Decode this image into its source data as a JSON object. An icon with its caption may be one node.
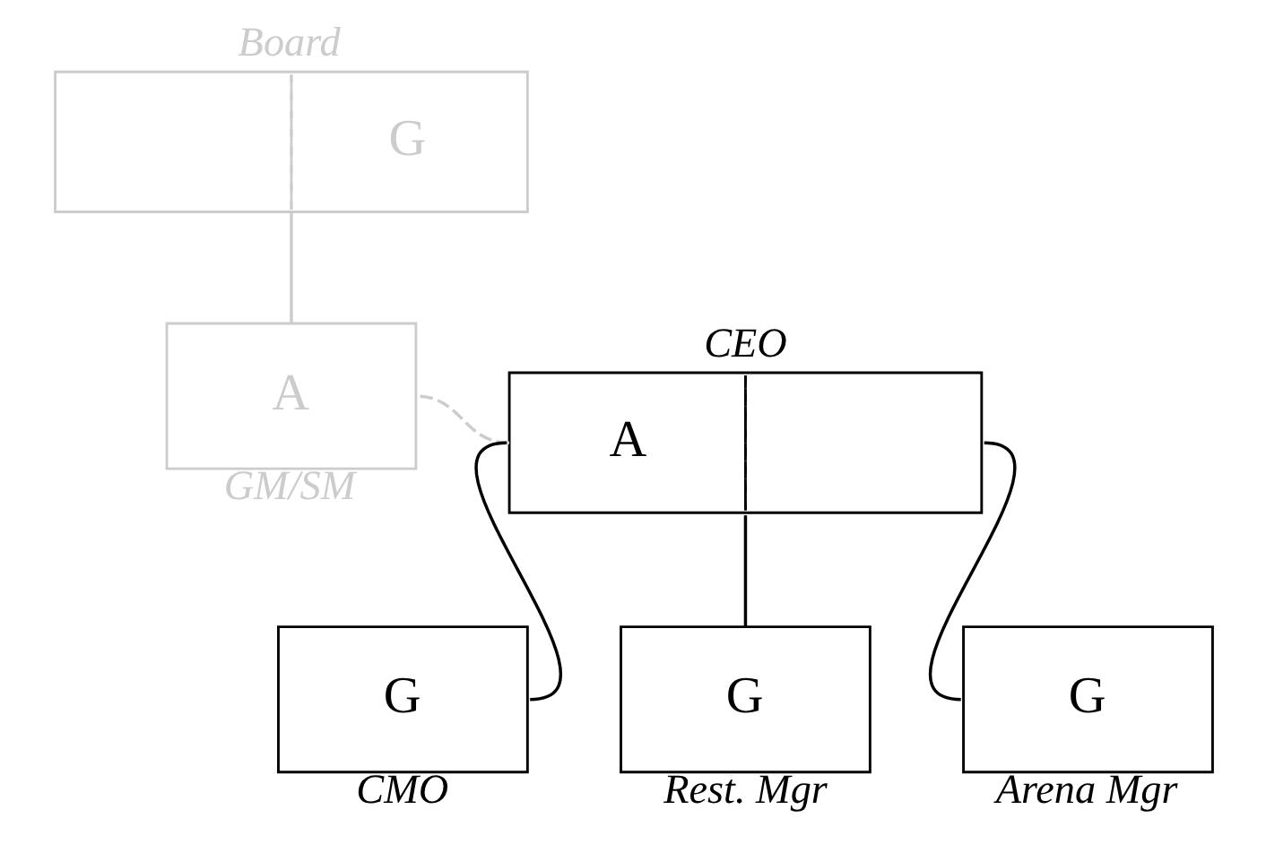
{
  "diagram": {
    "nodes": [
      {
        "text": [
          "Board",
          "G"
        ]
      },
      {
        "text": [
          "CEO",
          "A"
        ]
      },
      {
        "text": [
          "A",
          "GM/SM"
        ]
      },
      {
        "text": [
          "G",
          "CMO"
        ]
      },
      {
        "text": [
          "G",
          "Rest. Mgr"
        ]
      },
      {
        "text": [
          "G",
          "Arena Mgr"
        ]
      }
    ],
    "edges": [
      {
        "from": 0,
        "to": 2,
        "arrow": "none",
        "color": "#cccccc"
      },
      {
        "from": 1,
        "to": 2,
        "arrow": "none",
        "style": "dashed",
        "color": "#cccccc"
      },
      {
        "from": 1,
        "to": 3,
        "arrow": "none"
      },
      {
        "from": 1,
        "to": 4,
        "arrow": "none"
      },
      {
        "from": 1,
        "to": 5,
        "arrow": "none"
      }
    ]
  }
}
